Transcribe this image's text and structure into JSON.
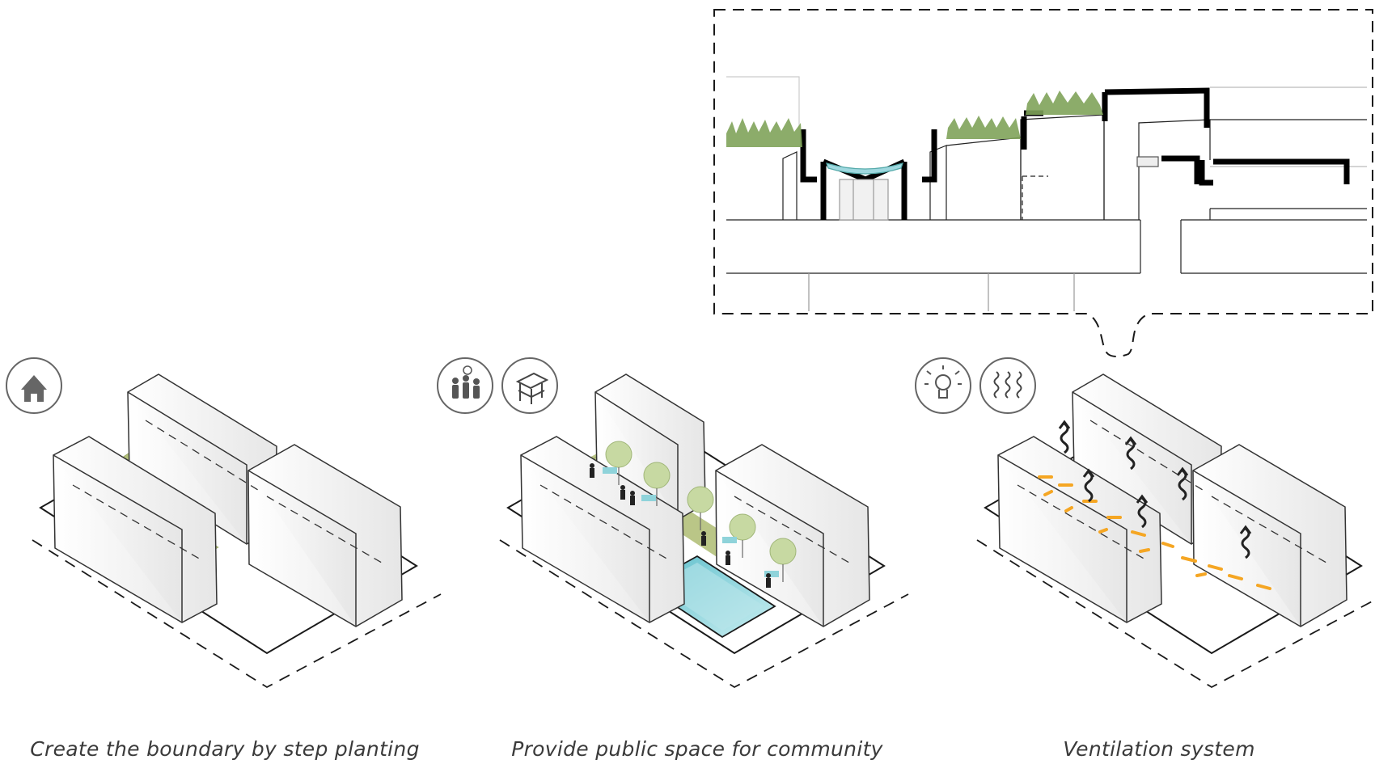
{
  "panels": [
    {
      "caption": "Create the boundary by step planting",
      "icons": [
        "house-icon"
      ]
    },
    {
      "caption": "Provide public space for community",
      "icons": [
        "people-talking-icon",
        "bench-icon"
      ]
    },
    {
      "caption": "Ventilation system",
      "icons": [
        "lightbulb-icon",
        "air-flow-icon"
      ]
    }
  ],
  "section_detail": {
    "pointer_target": "Ventilation system"
  },
  "colors": {
    "outline": "#1a1a1a",
    "planting": "#b3c07a",
    "water": "#8fd3da",
    "tree": "#c7d9a2",
    "airflow_orange": "#f5a623",
    "icon_gray": "#666666",
    "grass": "#7fa35a"
  }
}
